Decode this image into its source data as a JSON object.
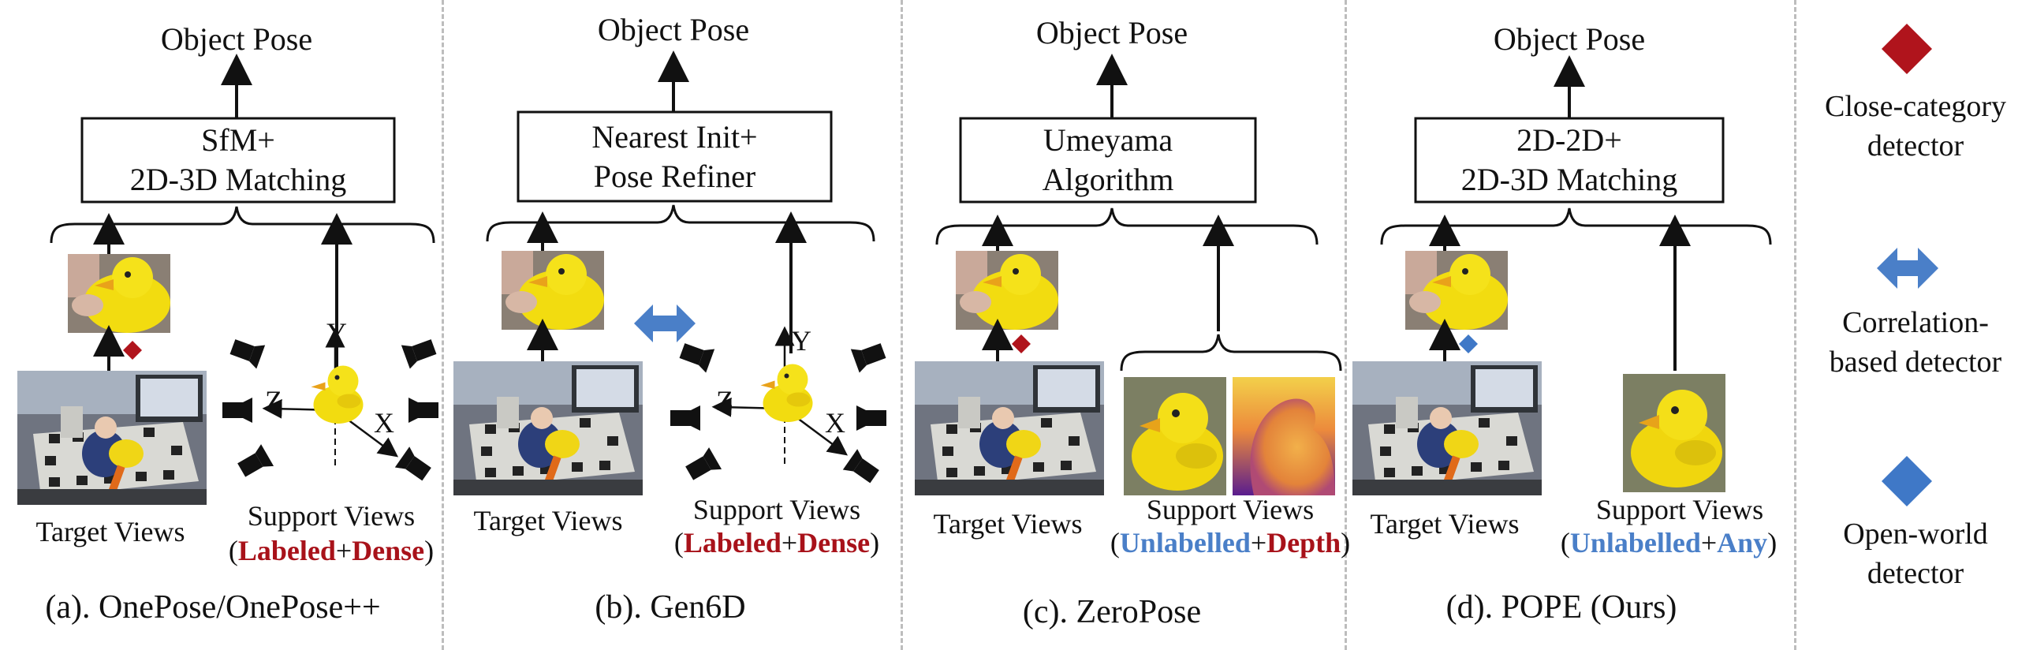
{
  "panels": [
    {
      "output": "Object Pose",
      "method_line1": "SfM+",
      "method_line2": "2D-3D Matching",
      "target_label": "Target Views",
      "support_label": "Support Views",
      "support_open": "(",
      "support_a": "Labeled",
      "support_plus": "+",
      "support_b": "Dense",
      "support_close": ")",
      "caption": "(a). OnePose/OnePose++",
      "detector": "close-category"
    },
    {
      "output": "Object Pose",
      "method_line1": "Nearest Init+",
      "method_line2": "Pose Refiner",
      "target_label": "Target Views",
      "support_label": "Support Views",
      "support_open": "(",
      "support_a": "Labeled",
      "support_plus": "+",
      "support_b": "Dense",
      "support_close": ")",
      "caption": "(b). Gen6D",
      "detector": "correlation-based"
    },
    {
      "output": "Object Pose",
      "method_line1": "Umeyama",
      "method_line2": "Algorithm",
      "target_label": "Target Views",
      "support_label": "Support Views",
      "support_open": "(",
      "support_a": "Unlabelled",
      "support_plus": "+",
      "support_b": "Depth",
      "support_close": ")",
      "caption": "(c). ZeroPose",
      "detector": "close-category"
    },
    {
      "output": "Object Pose",
      "method_line1": "2D-2D+",
      "method_line2": "2D-3D Matching",
      "target_label": "Target Views",
      "support_label": "Support Views",
      "support_open": "(",
      "support_a": "Unlabelled",
      "support_plus": "+",
      "support_b": "Any",
      "support_close": ")",
      "caption": "(d). POPE (Ours)",
      "detector": "open-world"
    }
  ],
  "axes": {
    "x": "X",
    "y": "Y",
    "z": "Z"
  },
  "legend": [
    {
      "line1": "Close-category",
      "line2": "detector",
      "shape": "diamond",
      "color": "#b0141c"
    },
    {
      "line1": "Correlation-",
      "line2": "based detector",
      "shape": "double-arrow",
      "color": "#4a7fc8"
    },
    {
      "line1": "Open-world",
      "line2": "detector",
      "shape": "diamond",
      "color": "#3f78c7"
    }
  ],
  "colors": {
    "red": "#a8121a",
    "blue": "#4a7fc8",
    "duck": "#f2dc10"
  }
}
